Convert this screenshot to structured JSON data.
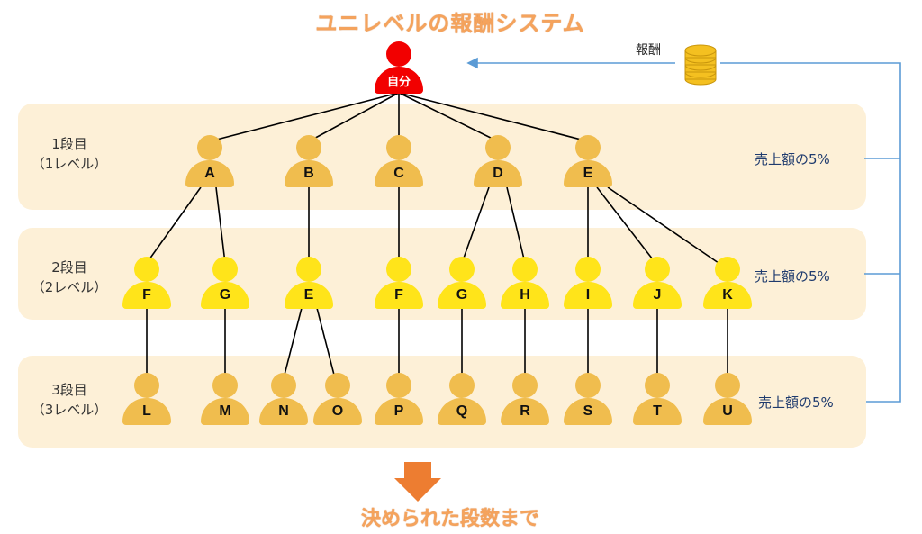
{
  "title": "ユニレベルの報酬システム",
  "reward_label": "報酬",
  "rate_label": "売上額の5%",
  "bottom_text": "決められた段数まで",
  "self_label": "自分",
  "levels": [
    {
      "line1": "1段目",
      "line2": "（1レベル）"
    },
    {
      "line1": "2段目",
      "line2": "（2レベル）"
    },
    {
      "line1": "3段目",
      "line2": "（3レベル）"
    }
  ],
  "level1_nodes": [
    "A",
    "B",
    "C",
    "D",
    "E"
  ],
  "level2_nodes": [
    "F",
    "G",
    "E",
    "F",
    "G",
    "H",
    "I",
    "J",
    "K"
  ],
  "level3_nodes": [
    "L",
    "M",
    "N",
    "O",
    "P",
    "Q",
    "R",
    "S",
    "T",
    "U"
  ],
  "colors": {
    "title": "#f5a35c",
    "band": "#fdf0d7",
    "self": "#f20000",
    "level1_person": "#f0bd4e",
    "level2_person": "#ffe41a",
    "level3_person": "#f0bd4e",
    "connector": "#000000",
    "reward_arrow": "#5b9bd5",
    "rate_text": "#1f3b6e",
    "down_arrow": "#ed7d31"
  }
}
